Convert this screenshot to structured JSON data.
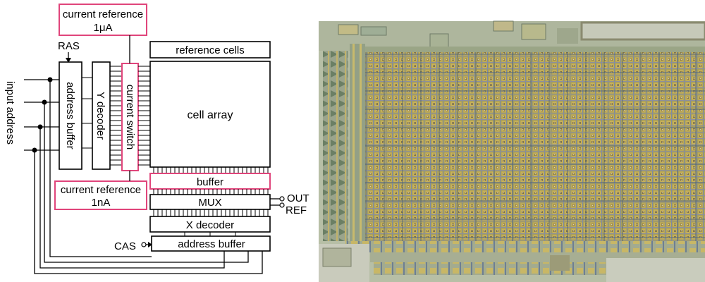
{
  "diagram": {
    "input_address": "input address",
    "ras": "RAS",
    "cas": "CAS",
    "address_buffer_vertical": "address buffer",
    "y_decoder": "Y decoder",
    "current_switch": "current switch",
    "current_reference_top_line1": "current reference",
    "current_reference_top_line2": "1μA",
    "current_reference_bottom_line1": "current reference",
    "current_reference_bottom_line2": "1nA",
    "reference_cells": "reference cells",
    "cell_array": "cell array",
    "buffer": "buffer",
    "mux": "MUX",
    "x_decoder": "X decoder",
    "address_buffer_bottom": "address buffer",
    "out": "OUT",
    "ref": "REF"
  },
  "colors": {
    "highlight": "#e0457b",
    "die_base": "#b9c0a8",
    "die_cells": "#a7933f",
    "die_wires": "#6d7f9b"
  },
  "photo": {
    "description_icon": "chip-micrograph"
  }
}
